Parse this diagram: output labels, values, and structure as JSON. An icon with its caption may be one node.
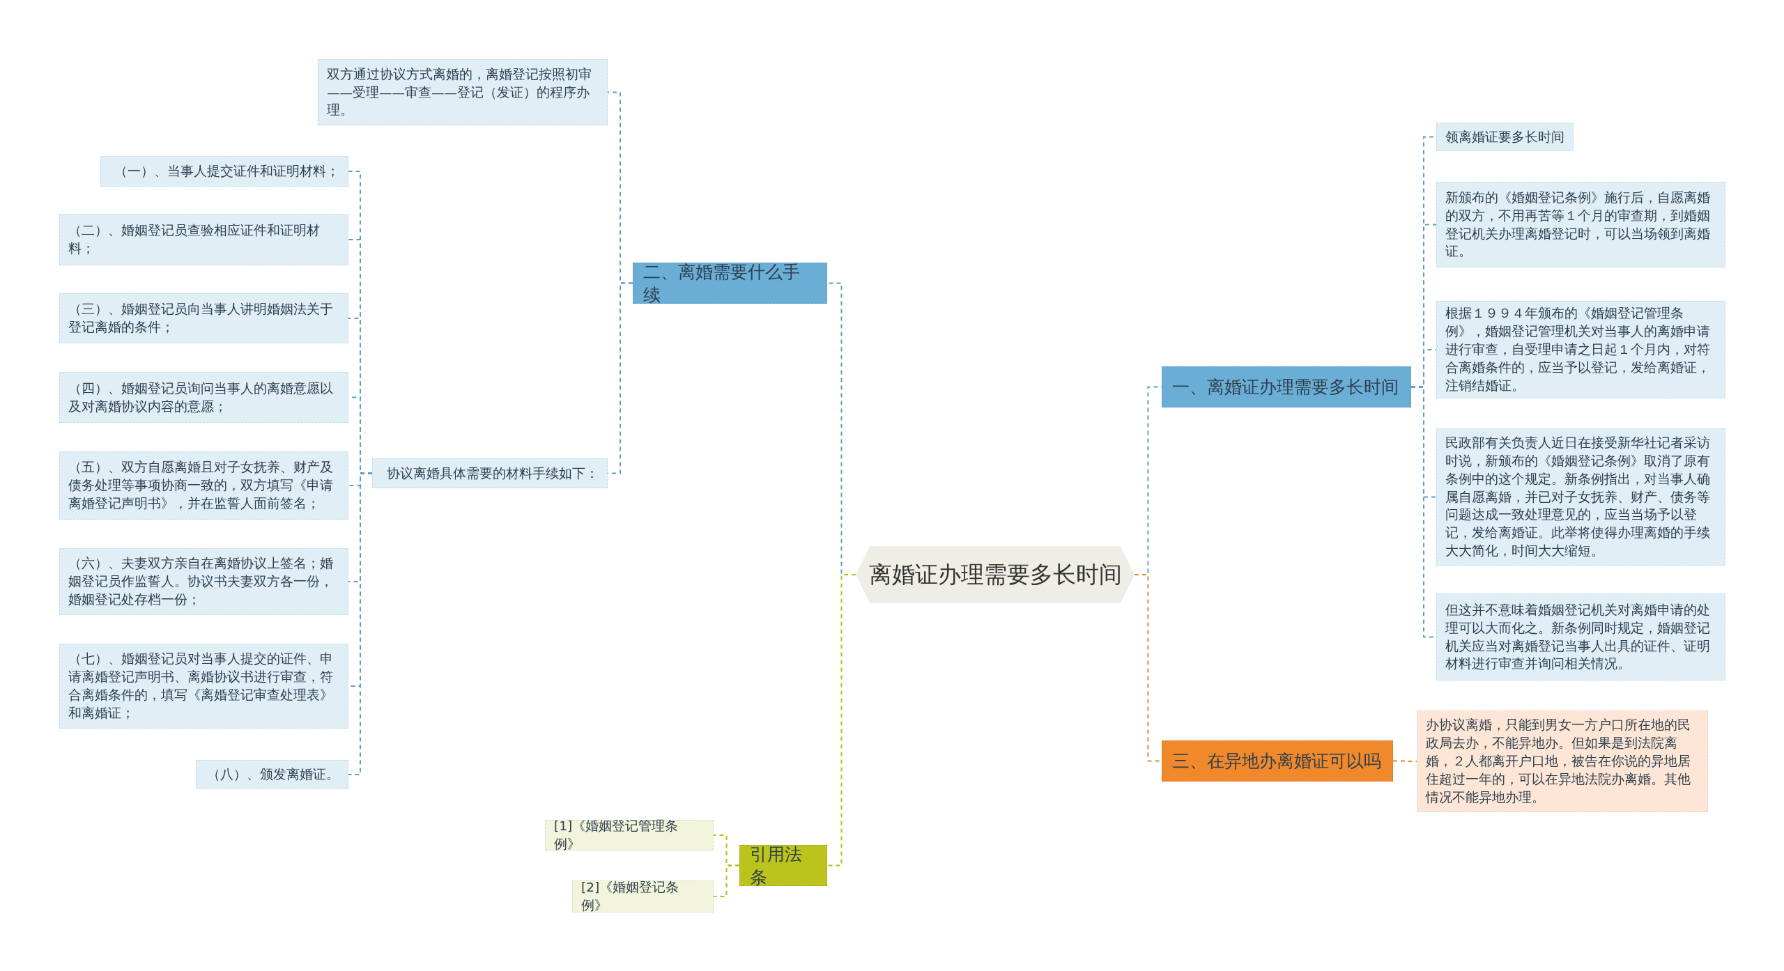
{
  "diagram": {
    "nodes": [
      {
        "text": [
          "离婚证办理需要多长时间"
        ]
      },
      {
        "text": [
          "一、离婚证办理需要多长时间"
        ]
      },
      {
        "text": [
          "领离婚证要多长时间"
        ]
      },
      {
        "text": [
          "新颁布的《婚姻登记条例》施行后，自愿离婚的双方，不用再苦等１个月的审查期，到婚姻登记机关办理离婚登记时，可以当场领到离婚证。"
        ]
      },
      {
        "text": [
          "根据１９９４年颁布的《婚姻登记管理条例》，婚姻登记管理机关对当事人的离婚申请进行审查，自受理申请之日起１个月内，对符合离婚条件的，应当予以登记，发给离婚证，注销结婚证。"
        ]
      },
      {
        "text": [
          "民政部有关负责人近日在接受新华社记者采访时说，新颁布的《婚姻登记条例》取消了原有条例中的这个规定。新条例指出，对当事人确属自愿离婚，并已对子女抚养、财产、债务等问题达成一致处理意见的，应当当场予以登记，发给离婚证。此举将使得办理离婚的手续大大简化，时间大大缩短。"
        ]
      },
      {
        "text": [
          "但这并不意味着婚姻登记机关对离婚申请的处理可以大而化之。新条例同时规定，婚姻登记机关应当对离婚登记当事人出具的证件、证明材料进行审查并询问相关情况。"
        ]
      },
      {
        "text": [
          "三、在异地办离婚证可以吗"
        ]
      },
      {
        "text": [
          "办协议离婚，只能到男女一方户口所在地的民政局去办，不能异地办。但如果是到法院离婚，２人都离开户口地，被告在你说的异地居住超过一年的，可以在异地法院办离婚。其他情况不能异地办理。"
        ]
      },
      {
        "text": [
          "二、离婚需要什么手续"
        ]
      },
      {
        "text": [
          "双方通过协议方式离婚的，离婚登记按照初审——受理——审查——登记（发证）的程序办理。"
        ]
      },
      {
        "text": [
          "协议离婚具体需要的材料手续如下："
        ]
      },
      {
        "text": [
          "（一）、当事人提交证件和证明材料；"
        ]
      },
      {
        "text": [
          "（二）、婚姻登记员查验相应证件和证明材料；"
        ]
      },
      {
        "text": [
          "（三）、婚姻登记员向当事人讲明婚姻法关于登记离婚的条件；"
        ]
      },
      {
        "text": [
          "（四）、婚姻登记员询问当事人的离婚意愿以及对离婚协议内容的意愿；"
        ]
      },
      {
        "text": [
          "（五）、双方自愿离婚且对子女抚养、财产及债务处理等事项协商一致的，双方填写《申请离婚登记声明书》，并在监誓人面前签名；"
        ]
      },
      {
        "text": [
          "（六）、夫妻双方亲自在离婚协议上签名；婚姻登记员作监誓人。协议书夫妻双方各一份，婚姻登记处存档一份；"
        ]
      },
      {
        "text": [
          "（七）、婚姻登记员对当事人提交的证件、申请离婚登记声明书、离婚协议书进行审查，符合离婚条件的，填写《离婚登记审查处理表》和离婚证；"
        ]
      },
      {
        "text": [
          "（八）、颁发离婚证。"
        ]
      },
      {
        "text": [
          "引用法条"
        ]
      },
      {
        "text": [
          "[1]《婚姻登记管理条例》"
        ]
      },
      {
        "text": [
          "[2]《婚姻登记条例》"
        ]
      }
    ],
    "edges": [
      {
        "from": 0,
        "to": 1,
        "arrow": "none",
        "style": "dashed"
      },
      {
        "from": 0,
        "to": 7,
        "arrow": "none",
        "style": "dashed",
        "color": "#e8862e"
      },
      {
        "from": 0,
        "to": 9,
        "arrow": "none",
        "style": "dashed"
      },
      {
        "from": 0,
        "to": 20,
        "arrow": "none",
        "style": "dashed",
        "color": "#b5bd1d"
      },
      {
        "from": 1,
        "to": 2,
        "arrow": "none",
        "style": "dashed"
      },
      {
        "from": 1,
        "to": 3,
        "arrow": "none",
        "style": "dashed"
      },
      {
        "from": 1,
        "to": 4,
        "arrow": "none",
        "style": "dashed"
      },
      {
        "from": 1,
        "to": 5,
        "arrow": "none",
        "style": "dashed"
      },
      {
        "from": 1,
        "to": 6,
        "arrow": "none",
        "style": "dashed"
      },
      {
        "from": 7,
        "to": 8,
        "arrow": "none",
        "style": "dashed",
        "color": "#e8862e"
      },
      {
        "from": 9,
        "to": 10,
        "arrow": "none",
        "style": "dashed"
      },
      {
        "from": 9,
        "to": 11,
        "arrow": "none",
        "style": "dashed"
      },
      {
        "from": 11,
        "to": 12,
        "arrow": "none",
        "style": "dashed"
      },
      {
        "from": 11,
        "to": 13,
        "arrow": "none",
        "style": "dashed"
      },
      {
        "from": 11,
        "to": 14,
        "arrow": "none",
        "style": "dashed"
      },
      {
        "from": 11,
        "to": 15,
        "arrow": "none",
        "style": "dashed"
      },
      {
        "from": 11,
        "to": 16,
        "arrow": "none",
        "style": "dashed"
      },
      {
        "from": 11,
        "to": 17,
        "arrow": "none",
        "style": "dashed"
      },
      {
        "from": 11,
        "to": 18,
        "arrow": "none",
        "style": "dashed"
      },
      {
        "from": 11,
        "to": 19,
        "arrow": "none",
        "style": "dashed"
      },
      {
        "from": 20,
        "to": 21,
        "arrow": "none",
        "style": "dashed",
        "color": "#b5bd1d"
      },
      {
        "from": 20,
        "to": 22,
        "arrow": "none",
        "style": "dashed",
        "color": "#b5bd1d"
      }
    ]
  }
}
